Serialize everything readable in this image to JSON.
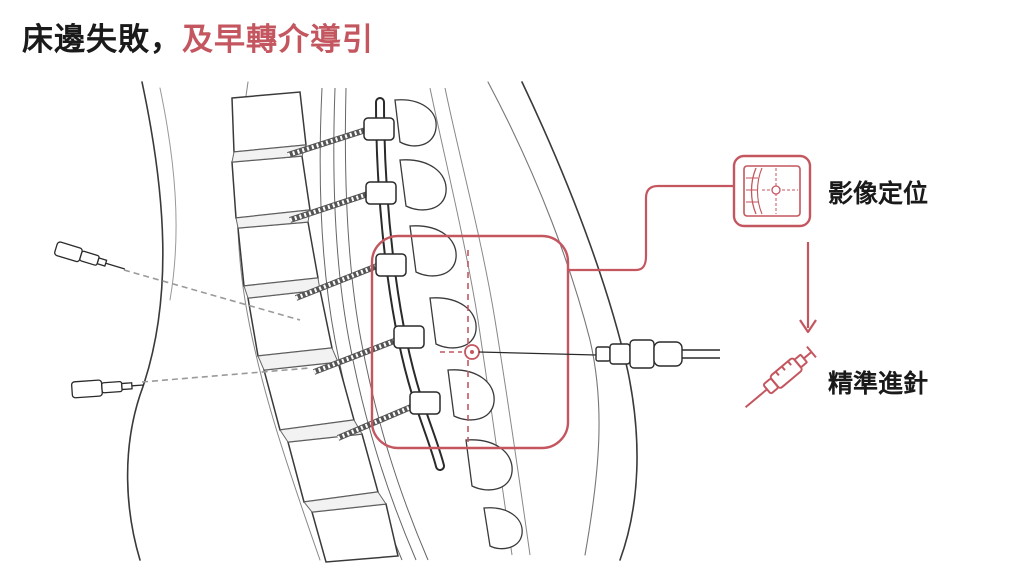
{
  "title": {
    "prefix": "床邊失敗，",
    "highlight": "及早轉介導引"
  },
  "labels": {
    "imaging": "影像定位",
    "needle": "精準進針"
  },
  "colors": {
    "accent": "#c4565f",
    "ink": "#1a1a1a",
    "line": "#3a3a3a",
    "dash": "#9a9a9a"
  },
  "icons": [
    "imaging-monitor-icon",
    "syringe-icon",
    "down-arrow-icon"
  ]
}
